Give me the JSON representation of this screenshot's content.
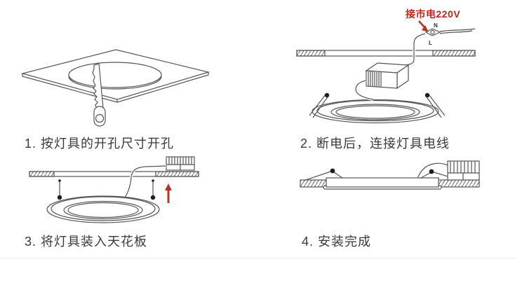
{
  "page": {
    "background": "#ffffff",
    "line_color": "#555555",
    "accent_red": "#b5342a",
    "text_color": "#3a3a3a",
    "language": "zh-CN"
  },
  "steps": [
    {
      "caption": "1. 按灯具的开孔尺寸开孔",
      "illustration": "hole-saw-cutting-round-opening-in-ceiling-panel"
    },
    {
      "caption": "2. 断电后，连接灯具电线",
      "mains_label": "接市电220V",
      "wire_labels": {
        "neutral": "N",
        "live": "L"
      },
      "illustration": "driver-box-and-downlight-wired-through-ceiling"
    },
    {
      "caption": "3. 将灯具装入天花板",
      "illustration": "downlight-with-spring-clips-pushed-up-into-ceiling"
    },
    {
      "caption": "4. 安装完成",
      "illustration": "downlight-flush-mounted-in-ceiling"
    }
  ],
  "icons": {
    "red-down-arrow": "points to mains wire connector",
    "red-up-arrow": "push light upward into ceiling"
  }
}
